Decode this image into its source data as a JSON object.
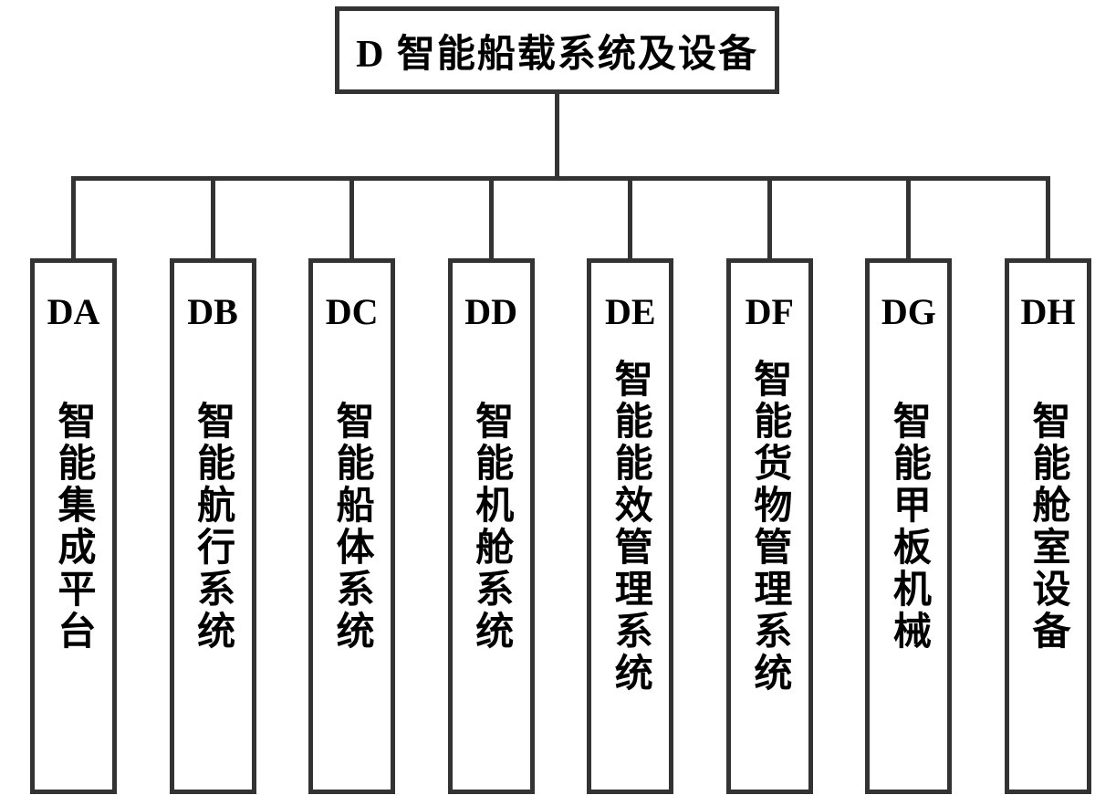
{
  "diagram": {
    "type": "org-tree",
    "colors": {
      "background": "#ffffff",
      "line": "#333333",
      "text": "#000000",
      "node_fill": "#ffffff"
    },
    "root": {
      "label": "D 智能船载系统及设备"
    },
    "children": [
      {
        "code": "DA",
        "label": "智能集成平台"
      },
      {
        "code": "DB",
        "label": "智能航行系统"
      },
      {
        "code": "DC",
        "label": "智能船体系统"
      },
      {
        "code": "DD",
        "label": "智能机舱系统"
      },
      {
        "code": "DE",
        "label": "智能能效管理系统"
      },
      {
        "code": "DF",
        "label": "智能货物管理系统"
      },
      {
        "code": "DG",
        "label": "智能甲板机械"
      },
      {
        "code": "DH",
        "label": "智能舱室设备"
      }
    ]
  }
}
